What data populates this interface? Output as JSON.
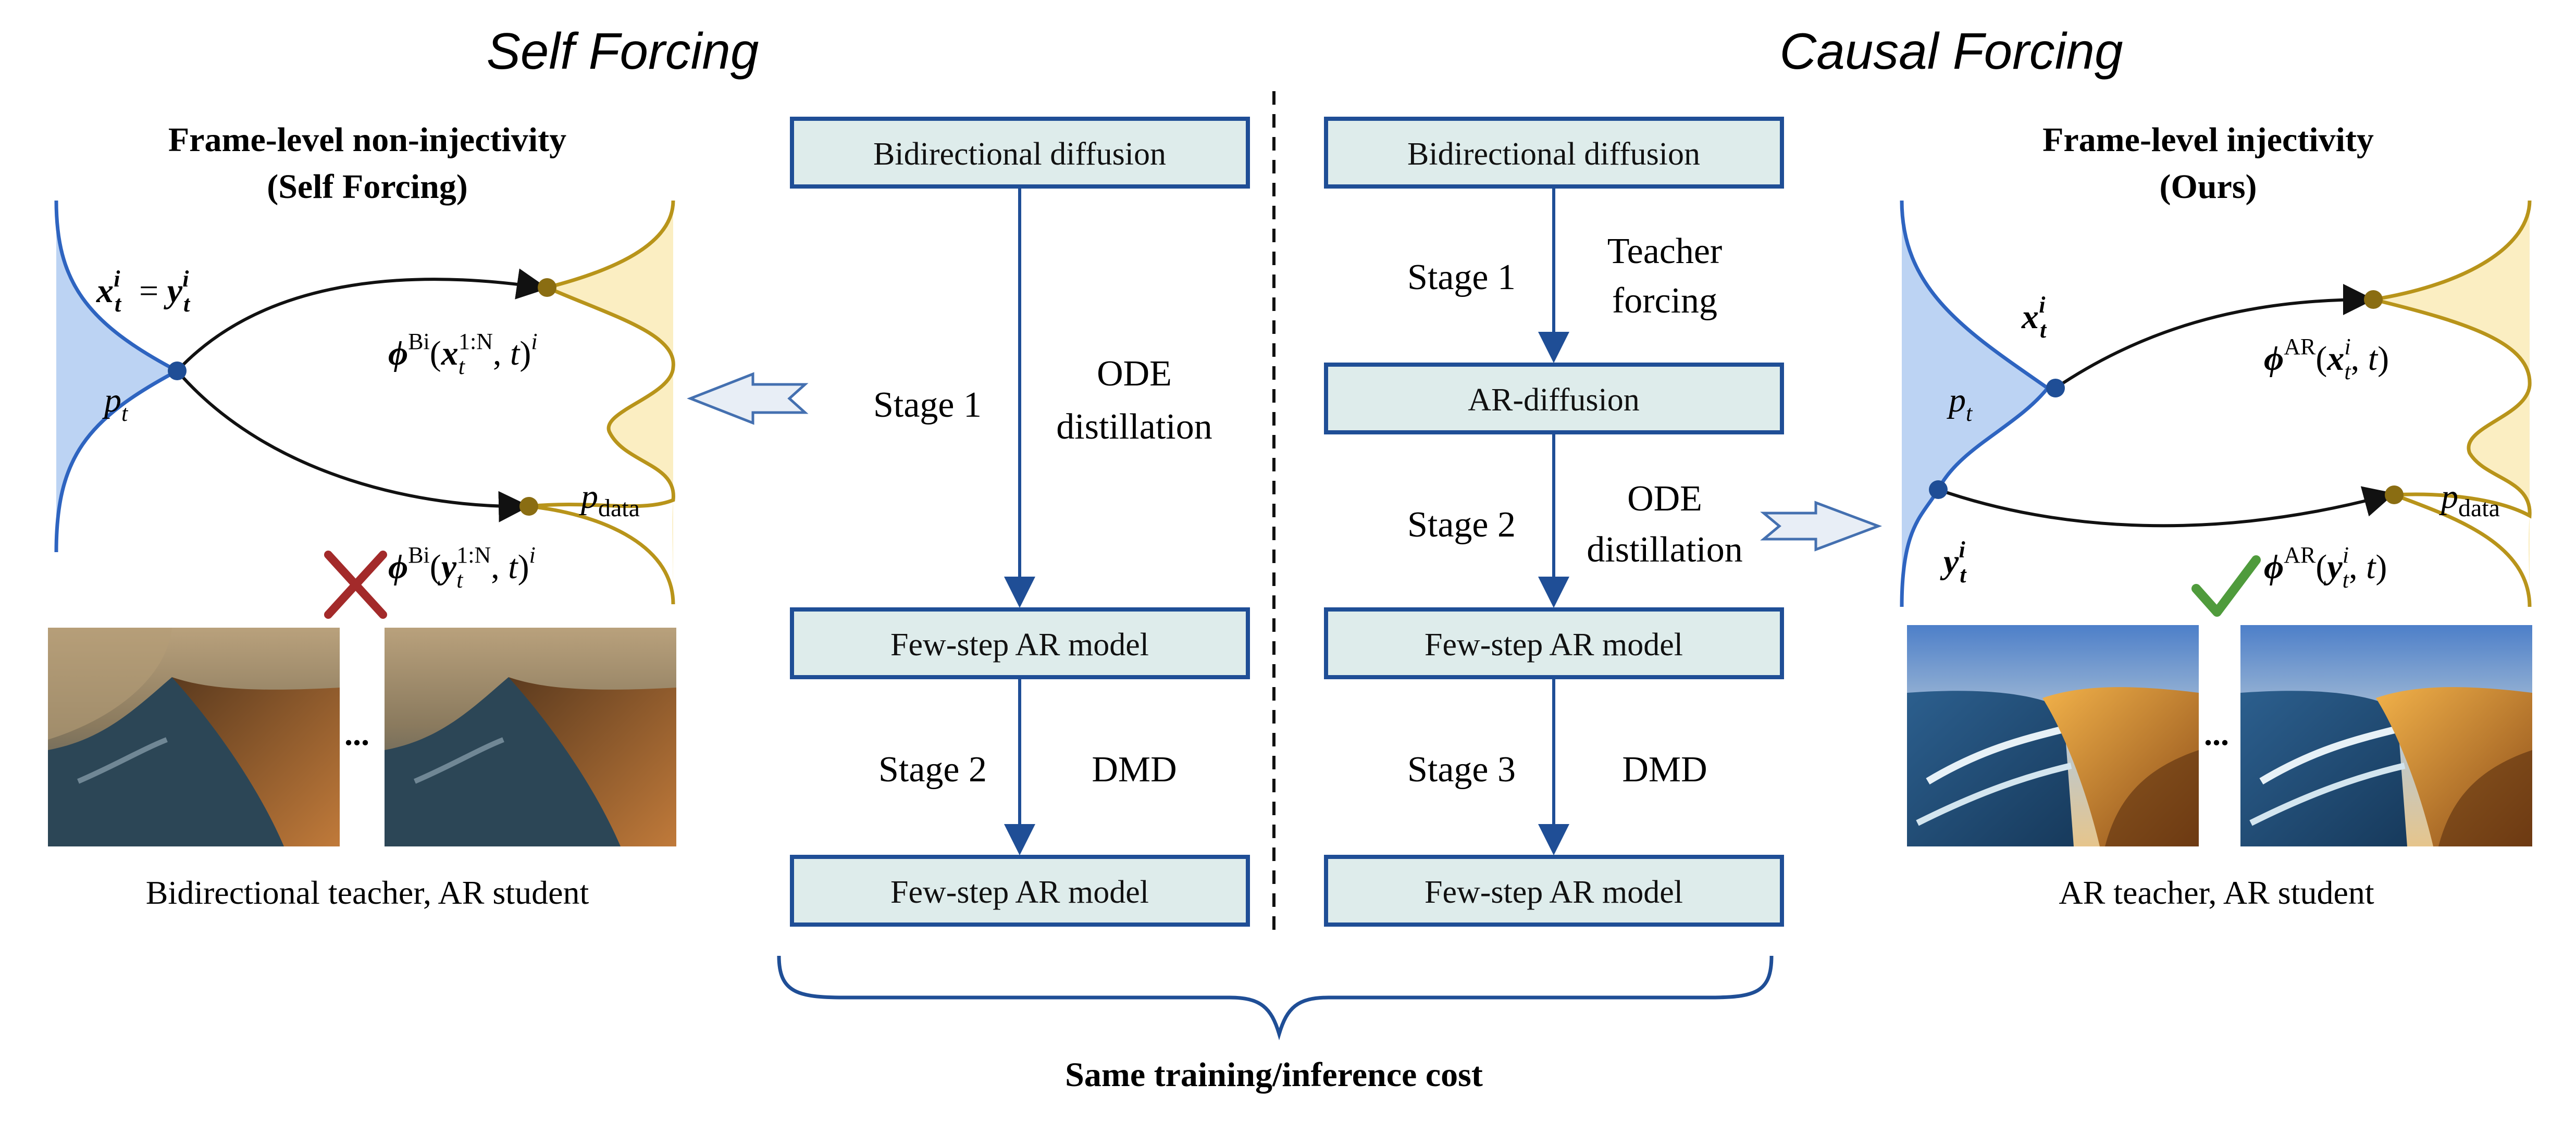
{
  "headers": {
    "left": "Self Forcing",
    "right": "Causal Forcing"
  },
  "left_panel": {
    "title_line1": "Frame-level non-injectivity",
    "title_line2": "(Self Forcing)",
    "eq_x_eq_y": "x_t^i = y_t^i",
    "p_t": "p_t",
    "p_data": "p_data",
    "phi_top": "ϕ^Bi(x_t^{1:N}, t)^i",
    "phi_bottom": "ϕ^Bi(y_t^{1:N}, t)^i",
    "mark": "cross",
    "ellipsis": "...",
    "caption": "Bidirectional teacher, AR student"
  },
  "right_panel": {
    "title_line1": "Frame-level injectivity",
    "title_line2": "(Ours)",
    "x_label": "x_t^i",
    "y_label": "y_t^i",
    "p_t": "p_t",
    "p_data": "p_data",
    "phi_top": "ϕ^AR(x_t^i, t)",
    "phi_bottom": "ϕ^AR(y_t^i, t)",
    "mark": "check",
    "ellipsis": "...",
    "caption": "AR teacher, AR student"
  },
  "self_forcing_pipeline": {
    "boxes": [
      "Bidirectional diffusion",
      "Few-step AR model",
      "Few-step AR model"
    ],
    "stages": [
      {
        "stage": "Stage 1",
        "method_line1": "ODE",
        "method_line2": "distillation"
      },
      {
        "stage": "Stage 2",
        "method_line1": "DMD",
        "method_line2": ""
      }
    ]
  },
  "causal_forcing_pipeline": {
    "boxes": [
      "Bidirectional diffusion",
      "AR-diffusion",
      "Few-step AR model",
      "Few-step AR model"
    ],
    "stages": [
      {
        "stage": "Stage 1",
        "method_line1": "Teacher",
        "method_line2": "forcing"
      },
      {
        "stage": "Stage 2",
        "method_line1": "ODE",
        "method_line2": "distillation"
      },
      {
        "stage": "Stage 3",
        "method_line1": "DMD",
        "method_line2": ""
      }
    ]
  },
  "footer": "Same training/inference cost",
  "colors": {
    "box_fill": "#deeceb",
    "box_stroke": "#1f4e96",
    "arrow": "#1f4e96",
    "pt_fill": "#bcd3f3",
    "pt_stroke": "#2e64c0",
    "pdata_fill": "#fbeec2",
    "pdata_stroke": "#b8941a",
    "cross": "#a32a2a",
    "check": "#4f9b3c"
  }
}
